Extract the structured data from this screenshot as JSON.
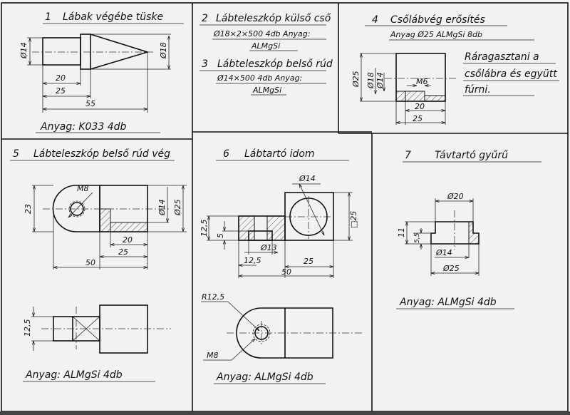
{
  "panel1": {
    "number": "1",
    "title": "Lábak végébe tüske",
    "dims": {
      "d14": "Ø14",
      "d18": "Ø18",
      "l20": "20",
      "l25": "25",
      "l55": "55"
    },
    "material": "Anyag: K033 4db"
  },
  "panel2": {
    "number": "2",
    "title": "Lábteleszkóp külső cső",
    "spec": "Ø18×2×500  4db Anyag:",
    "material": "ALMgSi"
  },
  "panel3": {
    "number": "3",
    "title": "Lábteleszkóp belső rúd",
    "spec": "Ø14×500  4db Anyag:",
    "material": "ALMgSi"
  },
  "panel4": {
    "number": "4",
    "title": "Csőlábvég erősítés",
    "material": "Anyag Ø25 ALMgSi 8db",
    "note": [
      "Ráragasztani a",
      "csőlábra és együtt",
      "fúrni."
    ],
    "dims": {
      "d25": "Ø25",
      "d18": "Ø18",
      "d14": "Ø14",
      "m6": "M6",
      "l20": "20",
      "l25": "25"
    }
  },
  "panel5": {
    "number": "5",
    "title": "Lábteleszkóp belső rúd vég",
    "dims": {
      "h23": "23",
      "m8": "M8",
      "d14": "Ø14",
      "d25": "Ø25",
      "l20": "20",
      "l25": "25",
      "l50": "50",
      "w125": "12,5"
    },
    "material": "Anyag: ALMgSi   4db"
  },
  "panel6": {
    "number": "6",
    "title": "Lábtartó idom",
    "dims": {
      "d14": "Ø14",
      "h125": "12,5",
      "h5": "5",
      "d13": "Ø13",
      "w125": "12,5",
      "w25": "25",
      "w50": "50",
      "sq25": "□25",
      "r125": "R12,5",
      "m8": "M8"
    },
    "material": "Anyag: ALMgSi  4db"
  },
  "panel7": {
    "number": "7",
    "title": "Távtartó gyűrű",
    "dims": {
      "d20": "Ø20",
      "h11": "11",
      "h55": "5,5",
      "d14": "Ø14",
      "d25": "Ø25"
    },
    "material": "Anyag: ALMgSi 4db"
  }
}
